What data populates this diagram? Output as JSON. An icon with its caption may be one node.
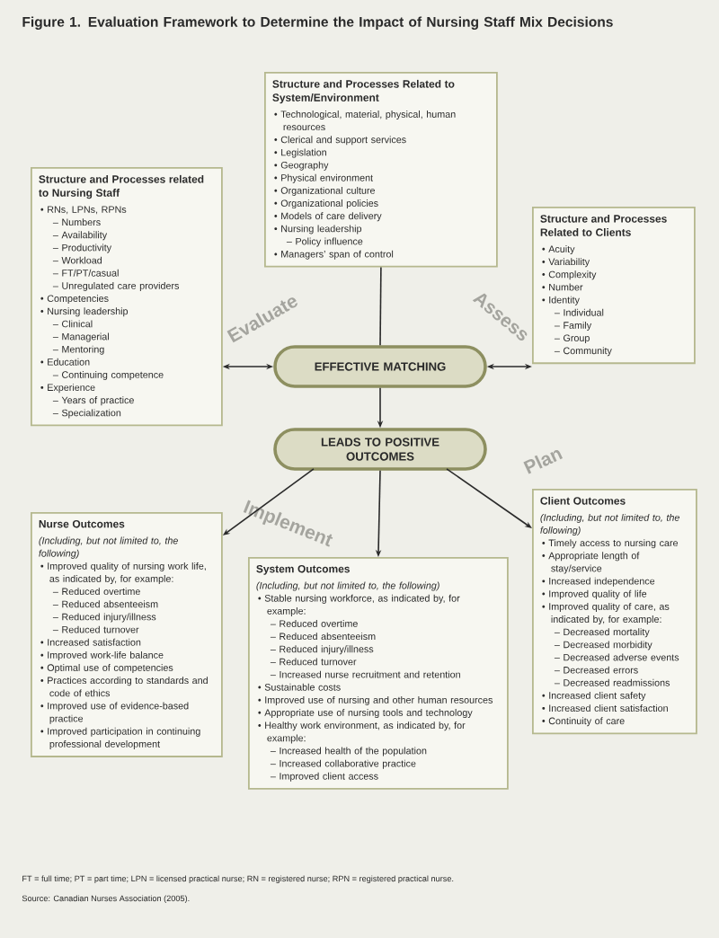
{
  "diagram": {
    "title": "Figure 1. Evaluation Framework to Determine the Impact of Nursing Staff Mix Decisions",
    "nodes": [
      {
        "text": [
          "Structure and Processes related to Nursing Staff",
          "• RNs, LPNs, RPNs",
          "– Numbers",
          "– Availability",
          "– Productivity",
          "– Workload",
          "– FT/PT/casual",
          "– Unregulated care providers",
          "• Competencies",
          "• Nursing leadership",
          "– Clinical",
          "– Managerial",
          "– Mentoring",
          "• Education",
          "– Continuing competence",
          "• Experience",
          "– Years of practice",
          "– Specialization"
        ]
      },
      {
        "text": [
          "Structure and Processes Related to System/Environment",
          "• Technological, material, physical, human resources",
          "• Clerical and support services",
          "• Legislation",
          "• Geography",
          "• Physical environment",
          "• Organizational culture",
          "• Organizational policies",
          "• Models of care delivery",
          "• Nursing leadership",
          "– Policy influence",
          "• Managers’ span of control"
        ]
      },
      {
        "text": [
          "Structure and Processes Related to Clients",
          "• Acuity",
          "• Variability",
          "• Complexity",
          "• Number",
          "• Identity",
          "– Individual",
          "– Family",
          "– Group",
          "– Community"
        ]
      },
      {
        "text": [
          "EFFECTIVE MATCHING"
        ]
      },
      {
        "text": [
          "LEADS TO POSITIVE OUTCOMES"
        ]
      },
      {
        "text": [
          "Nurse Outcomes",
          "(Including, but not limited to, the following)",
          "• Improved quality of nursing work life, as indicated by, for example:",
          "– Reduced overtime",
          "– Reduced absenteeism",
          "– Reduced injury/illness",
          "– Reduced turnover",
          "• Increased satisfaction",
          "• Improved work-life balance",
          "• Optimal use of competencies",
          "• Practices according to standards and code of ethics",
          "• Improved use of evidence-based practice",
          "• Improved participation in continuing professional development"
        ]
      },
      {
        "text": [
          "System Outcomes",
          "(Including, but not limited to, the following)",
          "• Stable nursing workforce, as indicated by, for example:",
          "– Reduced overtime",
          "– Reduced absenteeism",
          "– Reduced injury/illness",
          "– Reduced turnover",
          "– Increased nurse recruitment and retention",
          "• Sustainable costs",
          "• Improved use of nursing and other human resources",
          "• Appropriate use of nursing tools and technology",
          "• Healthy work environment, as indicated by, for example:",
          "– Increased health of the population",
          "– Increased collaborative practice",
          "– Improved client access"
        ]
      },
      {
        "text": [
          "Client Outcomes",
          "(Including, but not limited to, the following)",
          "• Timely access to nursing care",
          "• Appropriate length of stay/service",
          "• Increased independence",
          "• Improved quality of life",
          "• Improved quality of care, as indicated by, for example:",
          "– Decreased mortality",
          "– Decreased morbidity",
          "– Decreased adverse events",
          "– Decreased errors",
          "– Decreased readmissions",
          "• Increased client safety",
          "• Increased client satisfaction",
          "• Continuity of care"
        ]
      }
    ],
    "edges": [
      {
        "from": 1,
        "to": 3,
        "arrow": "none"
      },
      {
        "from": 3,
        "to": 0,
        "arrow": "both"
      },
      {
        "from": 3,
        "to": 2,
        "arrow": "both"
      },
      {
        "from": 3,
        "to": 4,
        "arrow": "to"
      },
      {
        "from": 4,
        "to": 5,
        "arrow": "to"
      },
      {
        "from": 4,
        "to": 6,
        "arrow": "to"
      },
      {
        "from": 4,
        "to": 7,
        "arrow": "to"
      }
    ],
    "labels": [
      "Evaluate",
      "Assess",
      "Implement",
      "Plan",
      "FT = full time; PT = part time; LPN = licensed practical nurse; RN = registered nurse; RPN = registered practical nurse.",
      "Source: Canadian Nurses Association (2005)."
    ]
  }
}
